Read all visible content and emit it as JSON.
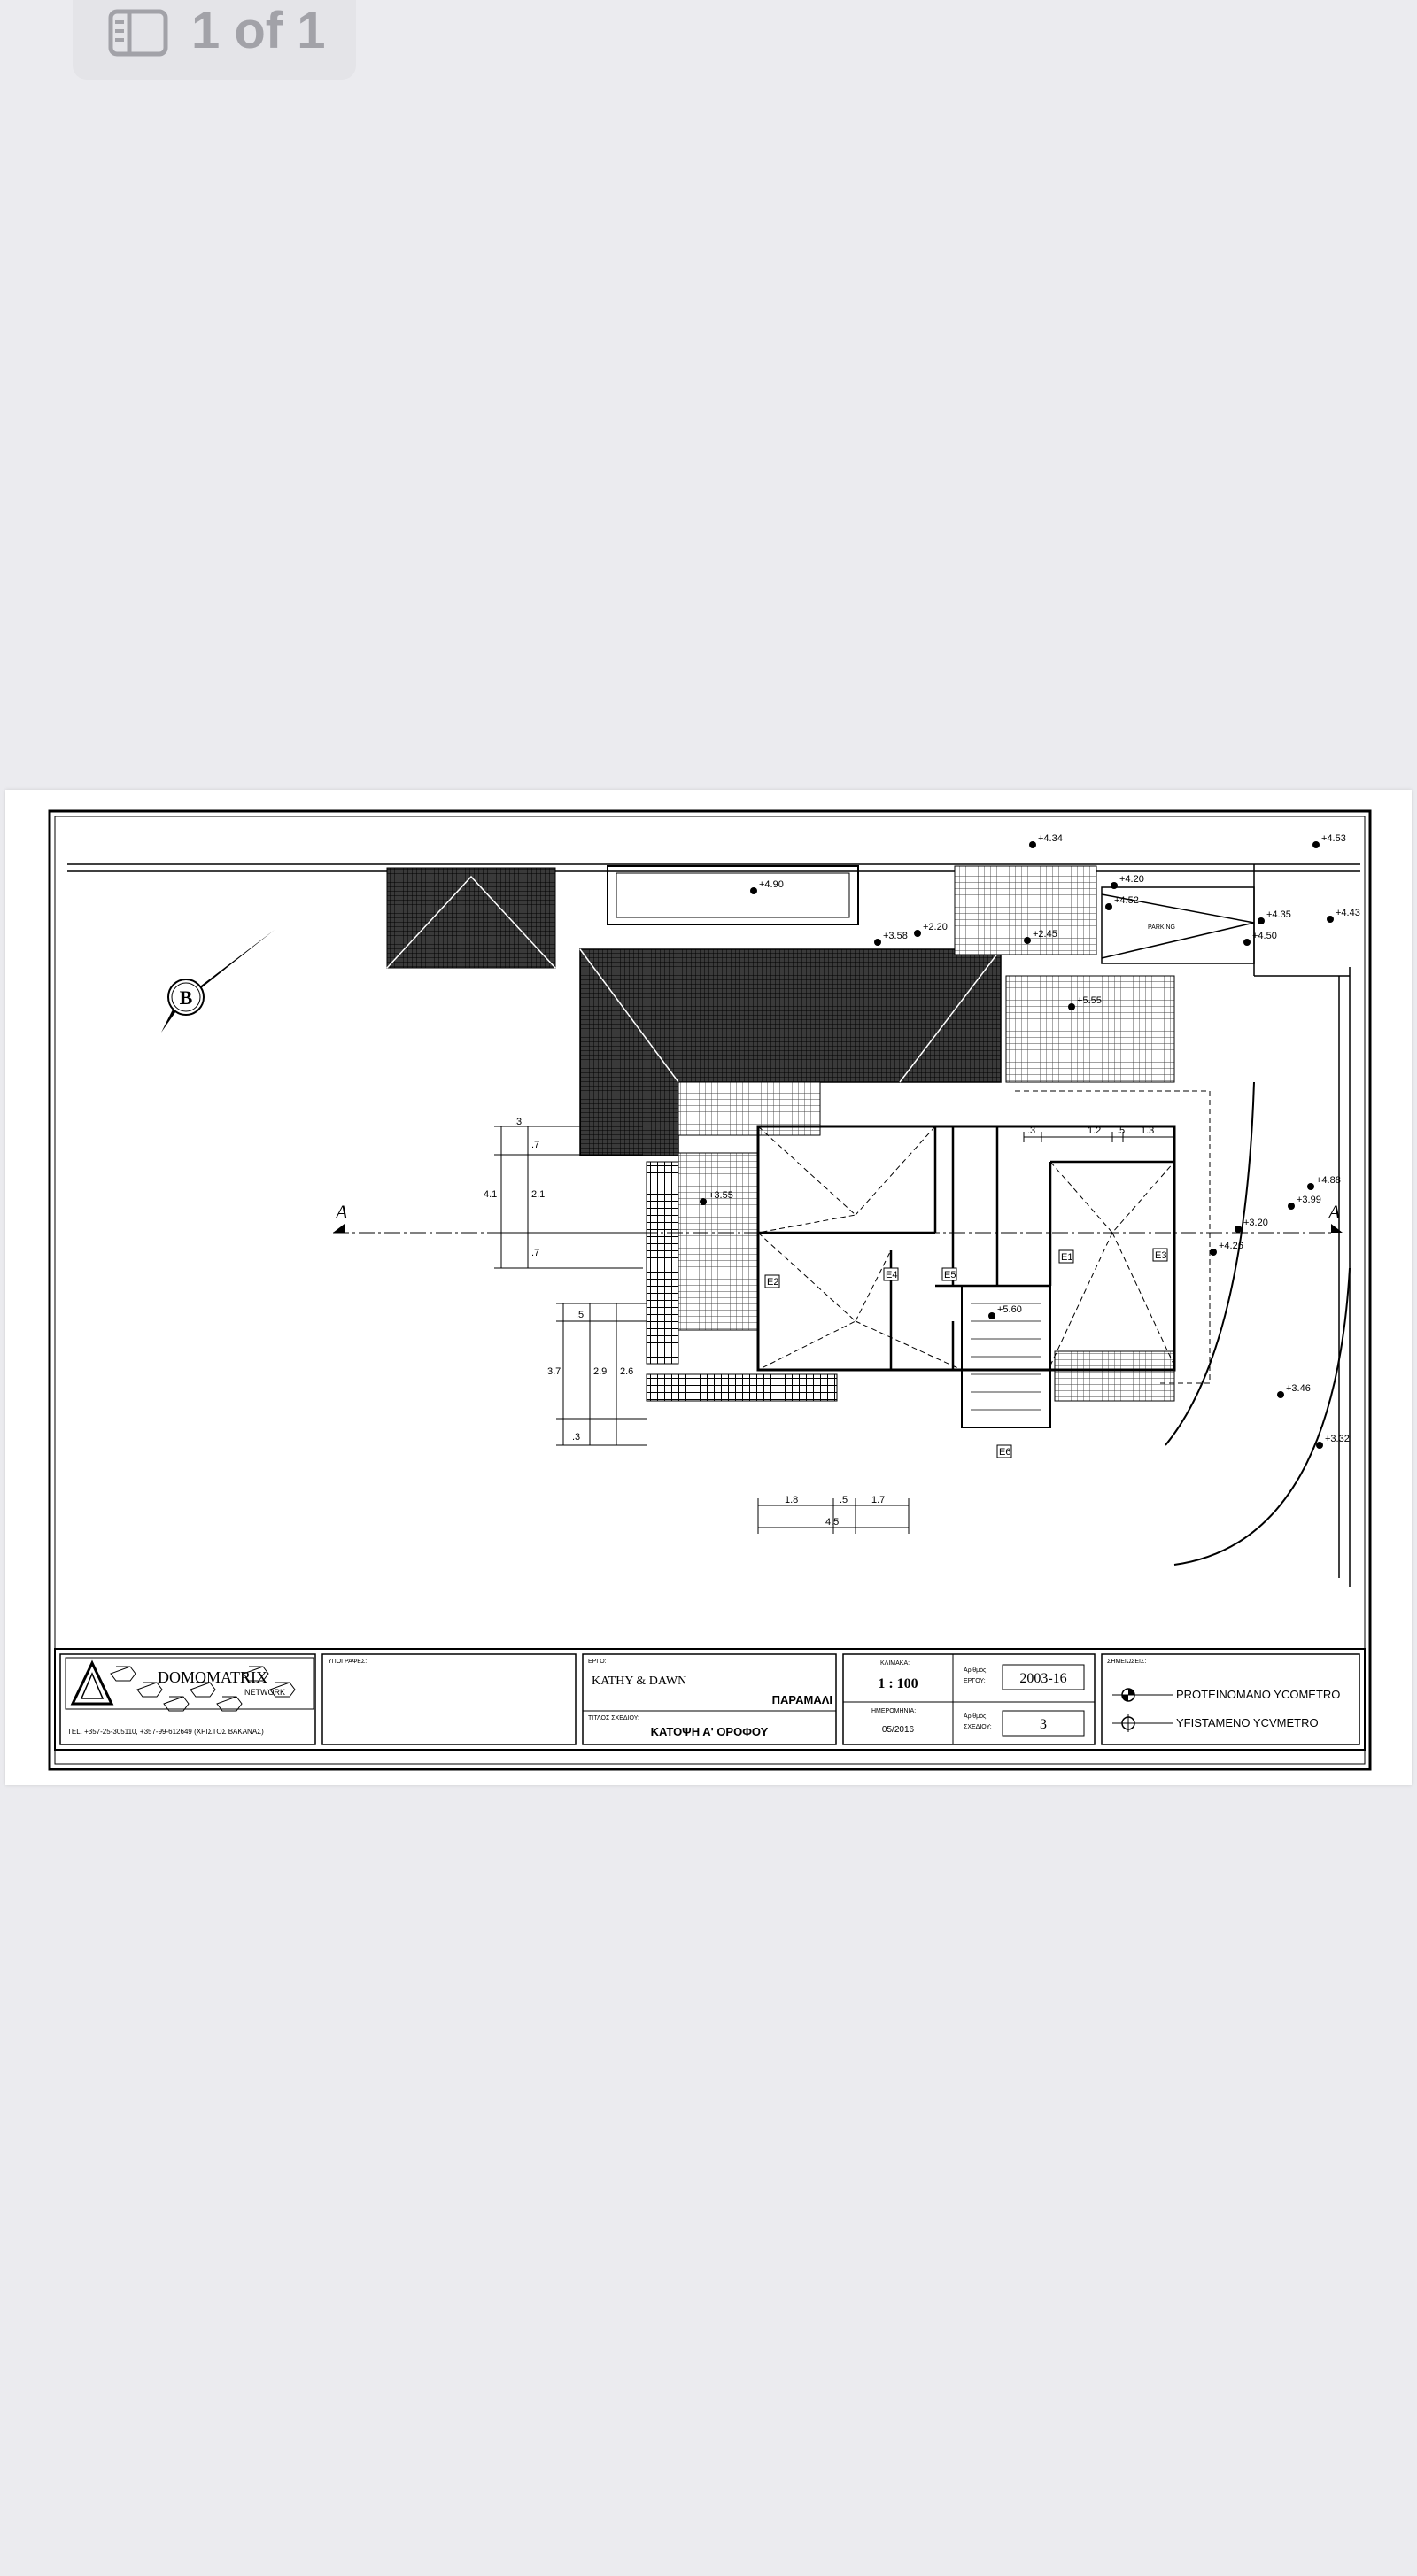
{
  "viewer": {
    "page_indicator": "1 of 1"
  },
  "drawing": {
    "levels": [
      "+4.34",
      "+4.53",
      "+4.90",
      "+4.20",
      "+4.52",
      "+4.35",
      "+4.43",
      "+3.58",
      "+2.20",
      "+2.45",
      "+4.50",
      "+5.55",
      "+3.55",
      "+4.88",
      "+3.99",
      "+3.20",
      "+4.26",
      "+5.60",
      "+3.46",
      "+3.32"
    ],
    "section_marks": [
      "A",
      "A"
    ],
    "north_letter": "B",
    "dimensions": {
      "bottom": [
        "1.8",
        ".5",
        "1.7"
      ],
      "bottom_total": "4.5",
      "top_right": [
        ".3",
        "1.2",
        ".5",
        "1.3"
      ],
      "left_upper": [
        ".3",
        ".7",
        "2.1",
        ".7"
      ],
      "left_upper_total": "4.1",
      "left_lower": [
        ".5",
        "2.9",
        "2.6",
        ".3"
      ],
      "left_lower_total": "3.7"
    },
    "room_tags": [
      "E1",
      "E2",
      "E3",
      "E4",
      "E5",
      "E6"
    ]
  },
  "title_block": {
    "company_name": "DOMOMATRIX",
    "company_sub": "NETWORK",
    "phone_line": "TEL. +357-25-305110, +357-99-612649 (ΧΡΙΣΤΟΣ ΒΑΚΑΝΑΣ)",
    "signatures_label": "ΥΠΟΓΡΑΦΕΣ:",
    "project_label": "ΕΡΓΟ:",
    "project_name": "KATHY & DAWN",
    "location": "ΠΑΡΑΜΑΛΙ",
    "drawing_title_label": "ΤΙΤΛΟΣ ΣΧΕΔΙΟΥ:",
    "drawing_title": "ΚΑΤΟΨΗ Α' ΟΡΟΦΟΥ",
    "scale_label": "ΚΛΙΜΑΚΑ:",
    "scale": "1 : 100",
    "date_label": "ΗΜΕΡΟΜΗΝΙΑ:",
    "date": "05/2016",
    "project_no_label_1": "Αριθμός",
    "project_no_label_2": "ΕΡΓΟΥ:",
    "project_no": "2003-16",
    "drawing_no_label_1": "Αριθμός",
    "drawing_no_label_2": "ΣΧΕΔΙΟΥ:",
    "drawing_no": "3",
    "notes_label": "ΣΗΜΕΙΩΣΕΙΣ:",
    "legend_proposed": "PROTEINOMANO YCOMETRO",
    "legend_existing": "YFISTAMENO YCVMETRO"
  }
}
